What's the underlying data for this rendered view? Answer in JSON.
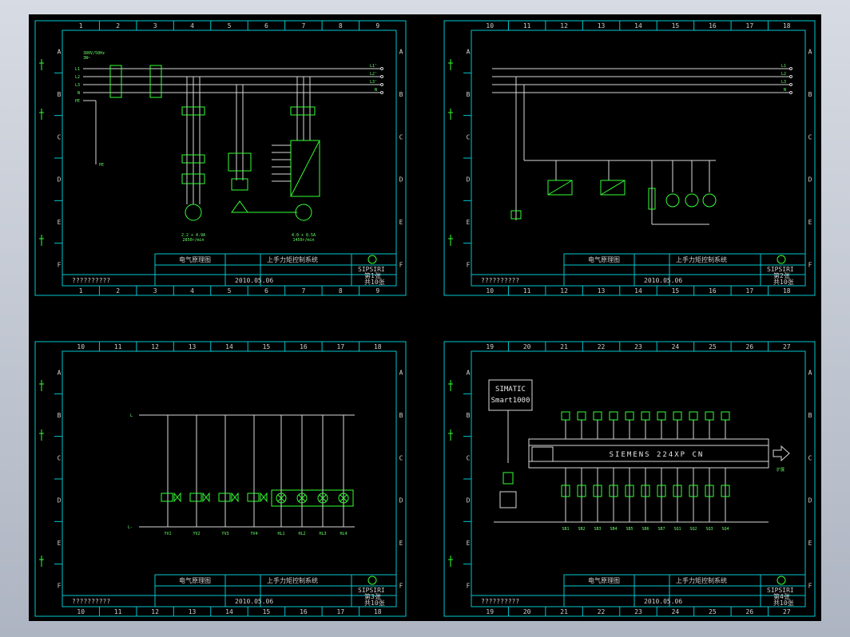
{
  "colors": {
    "background": "#000000",
    "frame": "#00c8d0",
    "wire": "#d8d8d8",
    "component": "#33ff33",
    "highlight": "#cc33cc",
    "outer_bg": "#c3c8d2"
  },
  "sheets": [
    {
      "id": "sheet1",
      "col_labels_top": [
        "1",
        "2",
        "3",
        "4",
        "5",
        "6",
        "7",
        "8",
        "9"
      ],
      "col_labels_bottom": [
        "1",
        "2",
        "3",
        "4",
        "5",
        "6",
        "7",
        "8",
        "9"
      ],
      "row_labels": [
        "A",
        "B",
        "C",
        "D",
        "E",
        "F"
      ],
      "supply": "380V/50Hz",
      "supply_note": "3N~",
      "bus_labels_left": [
        "L1",
        "L2",
        "L3",
        "N",
        "PE"
      ],
      "bus_labels_right": [
        "L1'",
        "L2'",
        "L3'",
        "N"
      ],
      "motor1_note1": "2.2 + 4.9A",
      "motor1_note2": "2850r/min",
      "motor2_note1": "4.0 + 8.5A",
      "motor2_note2": "1450r/min",
      "title_block": {
        "drawing": "电气原理图",
        "system": "上手力矩控制系统",
        "date": "2010.05.06",
        "sheet": "第1张",
        "total": "共10张",
        "code": "??????????",
        "logo": "SIPSIRI"
      }
    },
    {
      "id": "sheet2",
      "col_labels_top": [
        "10",
        "11",
        "12",
        "13",
        "14",
        "15",
        "16",
        "17",
        "18"
      ],
      "col_labels_bottom": [
        "10",
        "11",
        "12",
        "13",
        "14",
        "15",
        "16",
        "17",
        "18"
      ],
      "row_labels": [
        "A",
        "B",
        "C",
        "D",
        "E",
        "F"
      ],
      "bus_labels_right": [
        "L1",
        "L2",
        "L3",
        "N"
      ],
      "title_block": {
        "drawing": "电气原理图",
        "system": "上手力矩控制系统",
        "date": "2010.05.06",
        "sheet": "第2张",
        "total": "共10张",
        "code": "??????????",
        "logo": "SIPSIRI"
      }
    },
    {
      "id": "sheet3",
      "col_labels_top": [
        "10",
        "11",
        "12",
        "13",
        "14",
        "15",
        "16",
        "17",
        "18"
      ],
      "col_labels_bottom": [
        "10",
        "11",
        "12",
        "13",
        "14",
        "15",
        "16",
        "17",
        "18"
      ],
      "row_labels": [
        "A",
        "B",
        "C",
        "D",
        "E",
        "F"
      ],
      "valve_labels": [
        "YV1",
        "YV2",
        "YV3",
        "YV4"
      ],
      "lamp_labels": [
        "HL1",
        "HL2",
        "HL3",
        "HL4"
      ],
      "rail_top": "L",
      "rail_bottom": "L-",
      "title_block": {
        "drawing": "电气原理图",
        "system": "上手力矩控制系统",
        "date": "2010.05.06",
        "sheet": "第3张",
        "total": "共10张",
        "code": "??????????",
        "logo": "SIPSIRI"
      }
    },
    {
      "id": "sheet4",
      "col_labels_top": [
        "19",
        "20",
        "21",
        "22",
        "23",
        "24",
        "25",
        "26",
        "27"
      ],
      "col_labels_bottom": [
        "19",
        "20",
        "21",
        "22",
        "23",
        "24",
        "25",
        "26",
        "27"
      ],
      "row_labels": [
        "A",
        "B",
        "C",
        "D",
        "E",
        "F"
      ],
      "hmi_line1": "SIMATIC",
      "hmi_line2": "Smart1000",
      "plc_label": "SIEMENS 224XP CN",
      "arrow_note": "扩展",
      "input_tags": [
        "SB1",
        "SB2",
        "SB3",
        "SB4",
        "SB5",
        "SB6",
        "SB7",
        "SQ1",
        "SQ2",
        "SQ3",
        "SQ4"
      ],
      "title_block": {
        "drawing": "电气原理图",
        "system": "上手力矩控制系统",
        "date": "2010.05.06",
        "sheet": "第4张",
        "total": "共10张",
        "code": "??????????",
        "logo": "SIPSIRI"
      }
    }
  ]
}
